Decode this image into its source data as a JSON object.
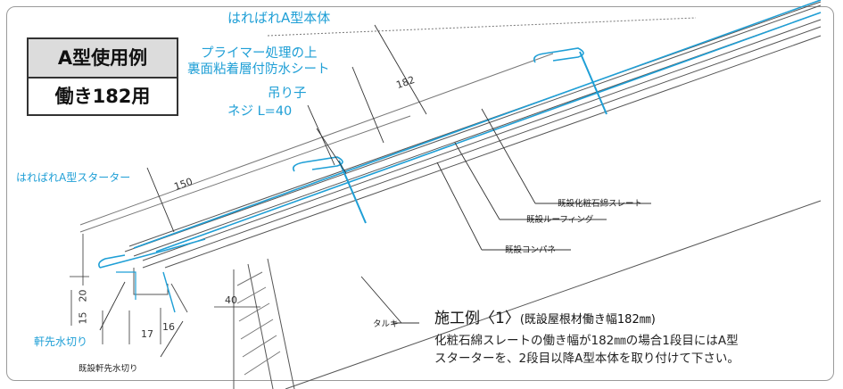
{
  "title": {
    "type_example": "A型使用例",
    "width_usage": "働き182用"
  },
  "labels_blue": {
    "main_body": "はればれA型本体",
    "primer_line1": "プライマー処理の上",
    "primer_line2": "裏面粘着層付防水シート",
    "hanger": "吊り子",
    "screw": "ネジ L=40",
    "starter": "はればれA型スターター",
    "eave_flashing": "軒先水切り"
  },
  "labels_black": {
    "existing_slate": "既設化粧石綿スレート",
    "existing_roofing": "既設ルーフィング",
    "existing_panel": "既設コンパネ",
    "rafter": "タルキ",
    "existing_eave_flashing": "既設軒先水切り"
  },
  "dimensions": {
    "d182": "182",
    "d150": "150",
    "d40": "40",
    "d20": "20",
    "d15": "15",
    "d17": "17",
    "d16": "16"
  },
  "caption": {
    "title": "施工例〈1〉",
    "subtitle": "(既設屋根材働き幅182㎜)",
    "line1": "化粧石綿スレートの働き幅が182㎜の場合1段目にはA型",
    "line2": "スターターを、2段目以降A型本体を取り付けて下さい。"
  },
  "colors": {
    "accent_blue": "#1f9fd6",
    "line_gray": "#555555",
    "title_bg": "#dcdcdc"
  }
}
